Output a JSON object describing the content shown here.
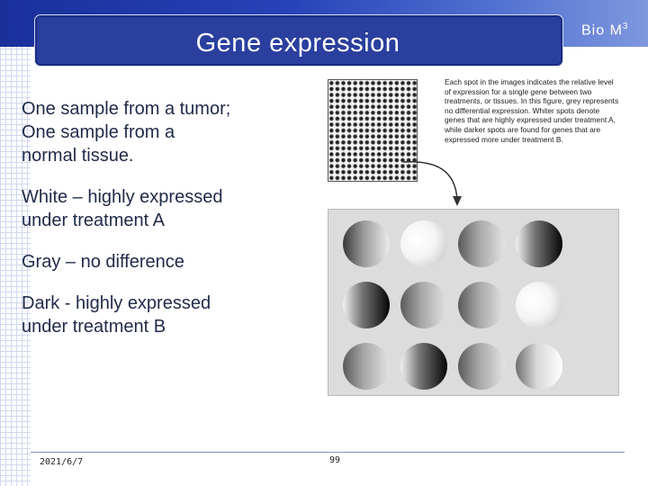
{
  "slide": {
    "title": "Gene expression",
    "logo": "Bio M",
    "logo_sup": "3",
    "bullets": [
      "One sample from a tumor;\nOne sample from a\nnormal tissue.",
      "White – highly expressed\nunder treatment A",
      "Gray – no difference",
      "Dark - highly expressed\nunder treatment B"
    ],
    "figure_caption": "Each spot in the images indicates the relative level of expression for a single gene between two treatments, or tissues. In this figure, grey represents no differential expression. Whiter spots denote genes that are highly expressed under treatment A, while darker spots are found for genes that are expressed more under treatment B.",
    "date": "2021/6/7",
    "page_number": "99"
  },
  "spots": [
    {
      "row": 0,
      "col": 0,
      "shade": "gray-left-dark"
    },
    {
      "row": 0,
      "col": 1,
      "shade": "white"
    },
    {
      "row": 0,
      "col": 2,
      "shade": "gray"
    },
    {
      "row": 0,
      "col": 3,
      "shade": "dark"
    },
    {
      "row": 1,
      "col": 0,
      "shade": "dark"
    },
    {
      "row": 1,
      "col": 1,
      "shade": "gray"
    },
    {
      "row": 1,
      "col": 2,
      "shade": "gray"
    },
    {
      "row": 1,
      "col": 3,
      "shade": "white"
    },
    {
      "row": 2,
      "col": 0,
      "shade": "gray"
    },
    {
      "row": 2,
      "col": 1,
      "shade": "dark"
    },
    {
      "row": 2,
      "col": 2,
      "shade": "gray"
    },
    {
      "row": 2,
      "col": 3,
      "shade": "light"
    }
  ],
  "colors": {
    "title_bar": "#2a3f9e",
    "text": "#1f2a48"
  }
}
